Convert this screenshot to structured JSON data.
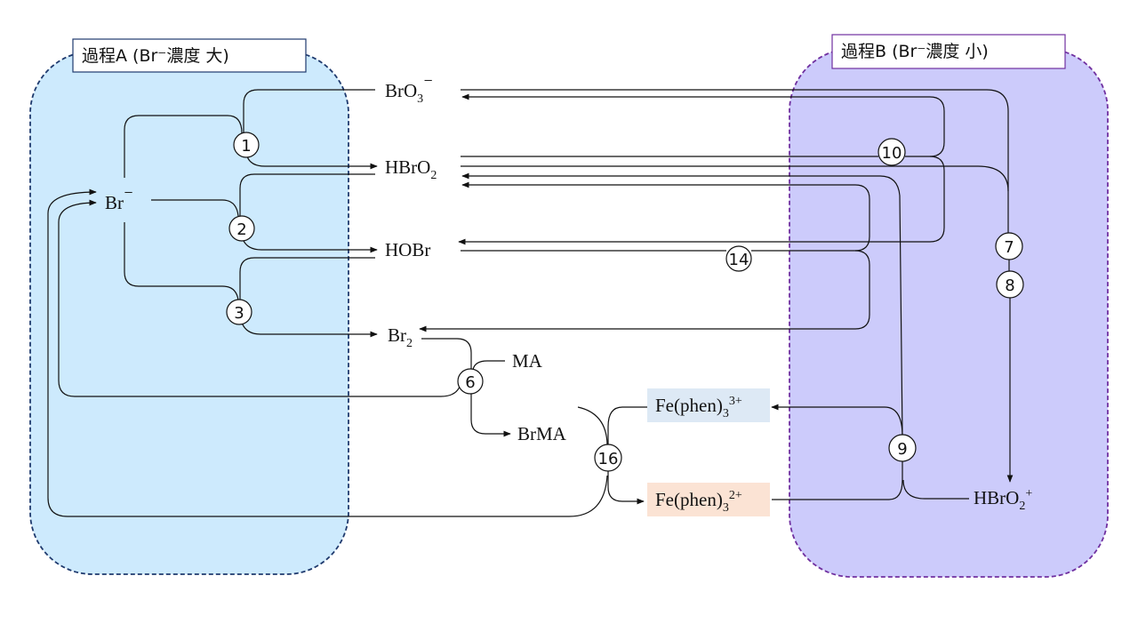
{
  "regions": {
    "a": {
      "label": "過程A (Br⁻濃度 大)",
      "fill": "#cdeafd",
      "border": "#1f3a6e"
    },
    "b": {
      "label": "過程B (Br⁻濃度 小)",
      "fill": "#cccbfb",
      "border": "#7030a0"
    }
  },
  "species": {
    "bro3": {
      "main": "BrO",
      "sub": "3",
      "sup": "⁻"
    },
    "hbro2": {
      "main": "HBrO",
      "sub": "2",
      "sup": ""
    },
    "hobr": {
      "main": "HOBr",
      "sub": "",
      "sup": ""
    },
    "br_minus": {
      "main": "Br",
      "sub": "",
      "sup": "⁻"
    },
    "br2": {
      "main": "Br",
      "sub": "2",
      "sup": ""
    },
    "ma": {
      "main": "MA",
      "sub": "",
      "sup": ""
    },
    "brma": {
      "main": "BrMA",
      "sub": "",
      "sup": ""
    },
    "fe3": {
      "main": "Fe(phen)",
      "sub": "3",
      "sup": "3+",
      "highlight": "#dde9f5"
    },
    "fe2": {
      "main": "Fe(phen)",
      "sub": "3",
      "sup": "2+",
      "highlight": "#fbe3d4"
    },
    "hbro2_plus": {
      "main": "HBrO",
      "sub": "2",
      "sup": "+"
    }
  },
  "steps": [
    "1",
    "2",
    "3",
    "6",
    "16",
    "10",
    "14",
    "7",
    "8",
    "9"
  ]
}
